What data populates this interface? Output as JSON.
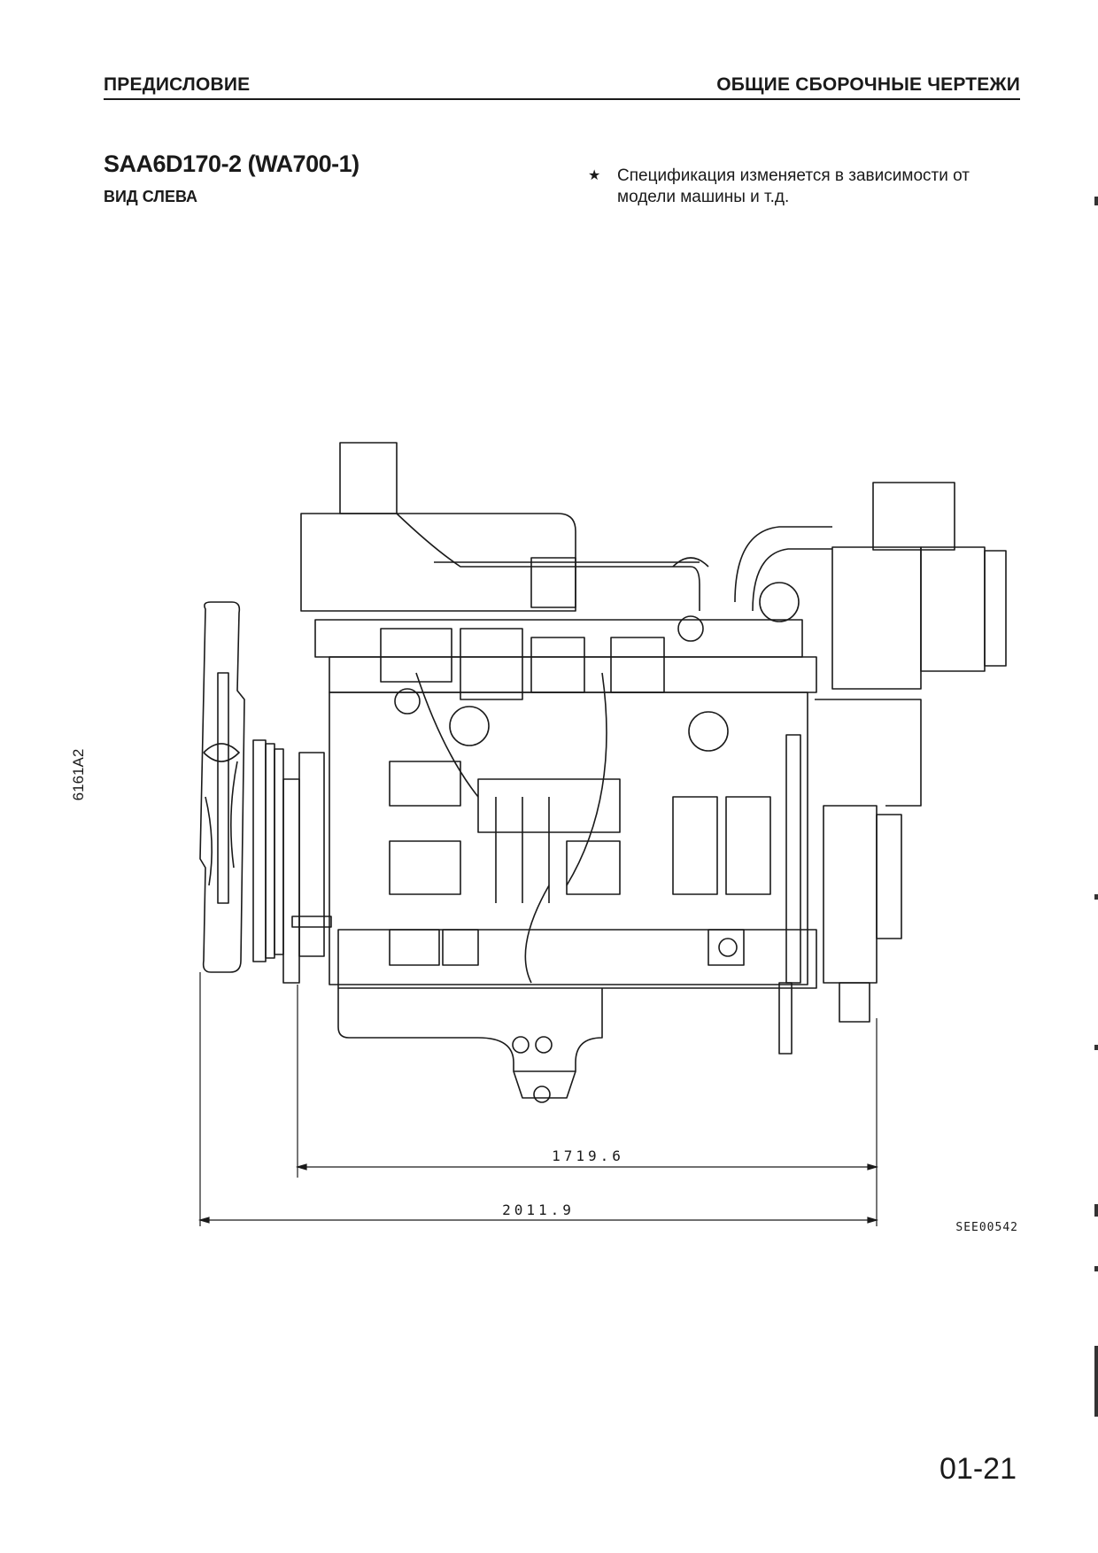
{
  "header": {
    "left": "ПРЕДИСЛОВИЕ",
    "right": "ОБЩИЕ СБОРОЧНЫЕ ЧЕРТЕЖИ"
  },
  "model_title": "SAA6D170-2 (WA700-1)",
  "view_title": "ВИД СЛЕВА",
  "note": {
    "bullet": "★",
    "text": "Спецификация изменяется в зависимости от модели машины и т.д."
  },
  "side_code": "6161A2",
  "drawing": {
    "dim_inner": "1719.6",
    "dim_outer": "2011.9",
    "drawing_code": "SEE00542"
  },
  "page_number": "01-21"
}
